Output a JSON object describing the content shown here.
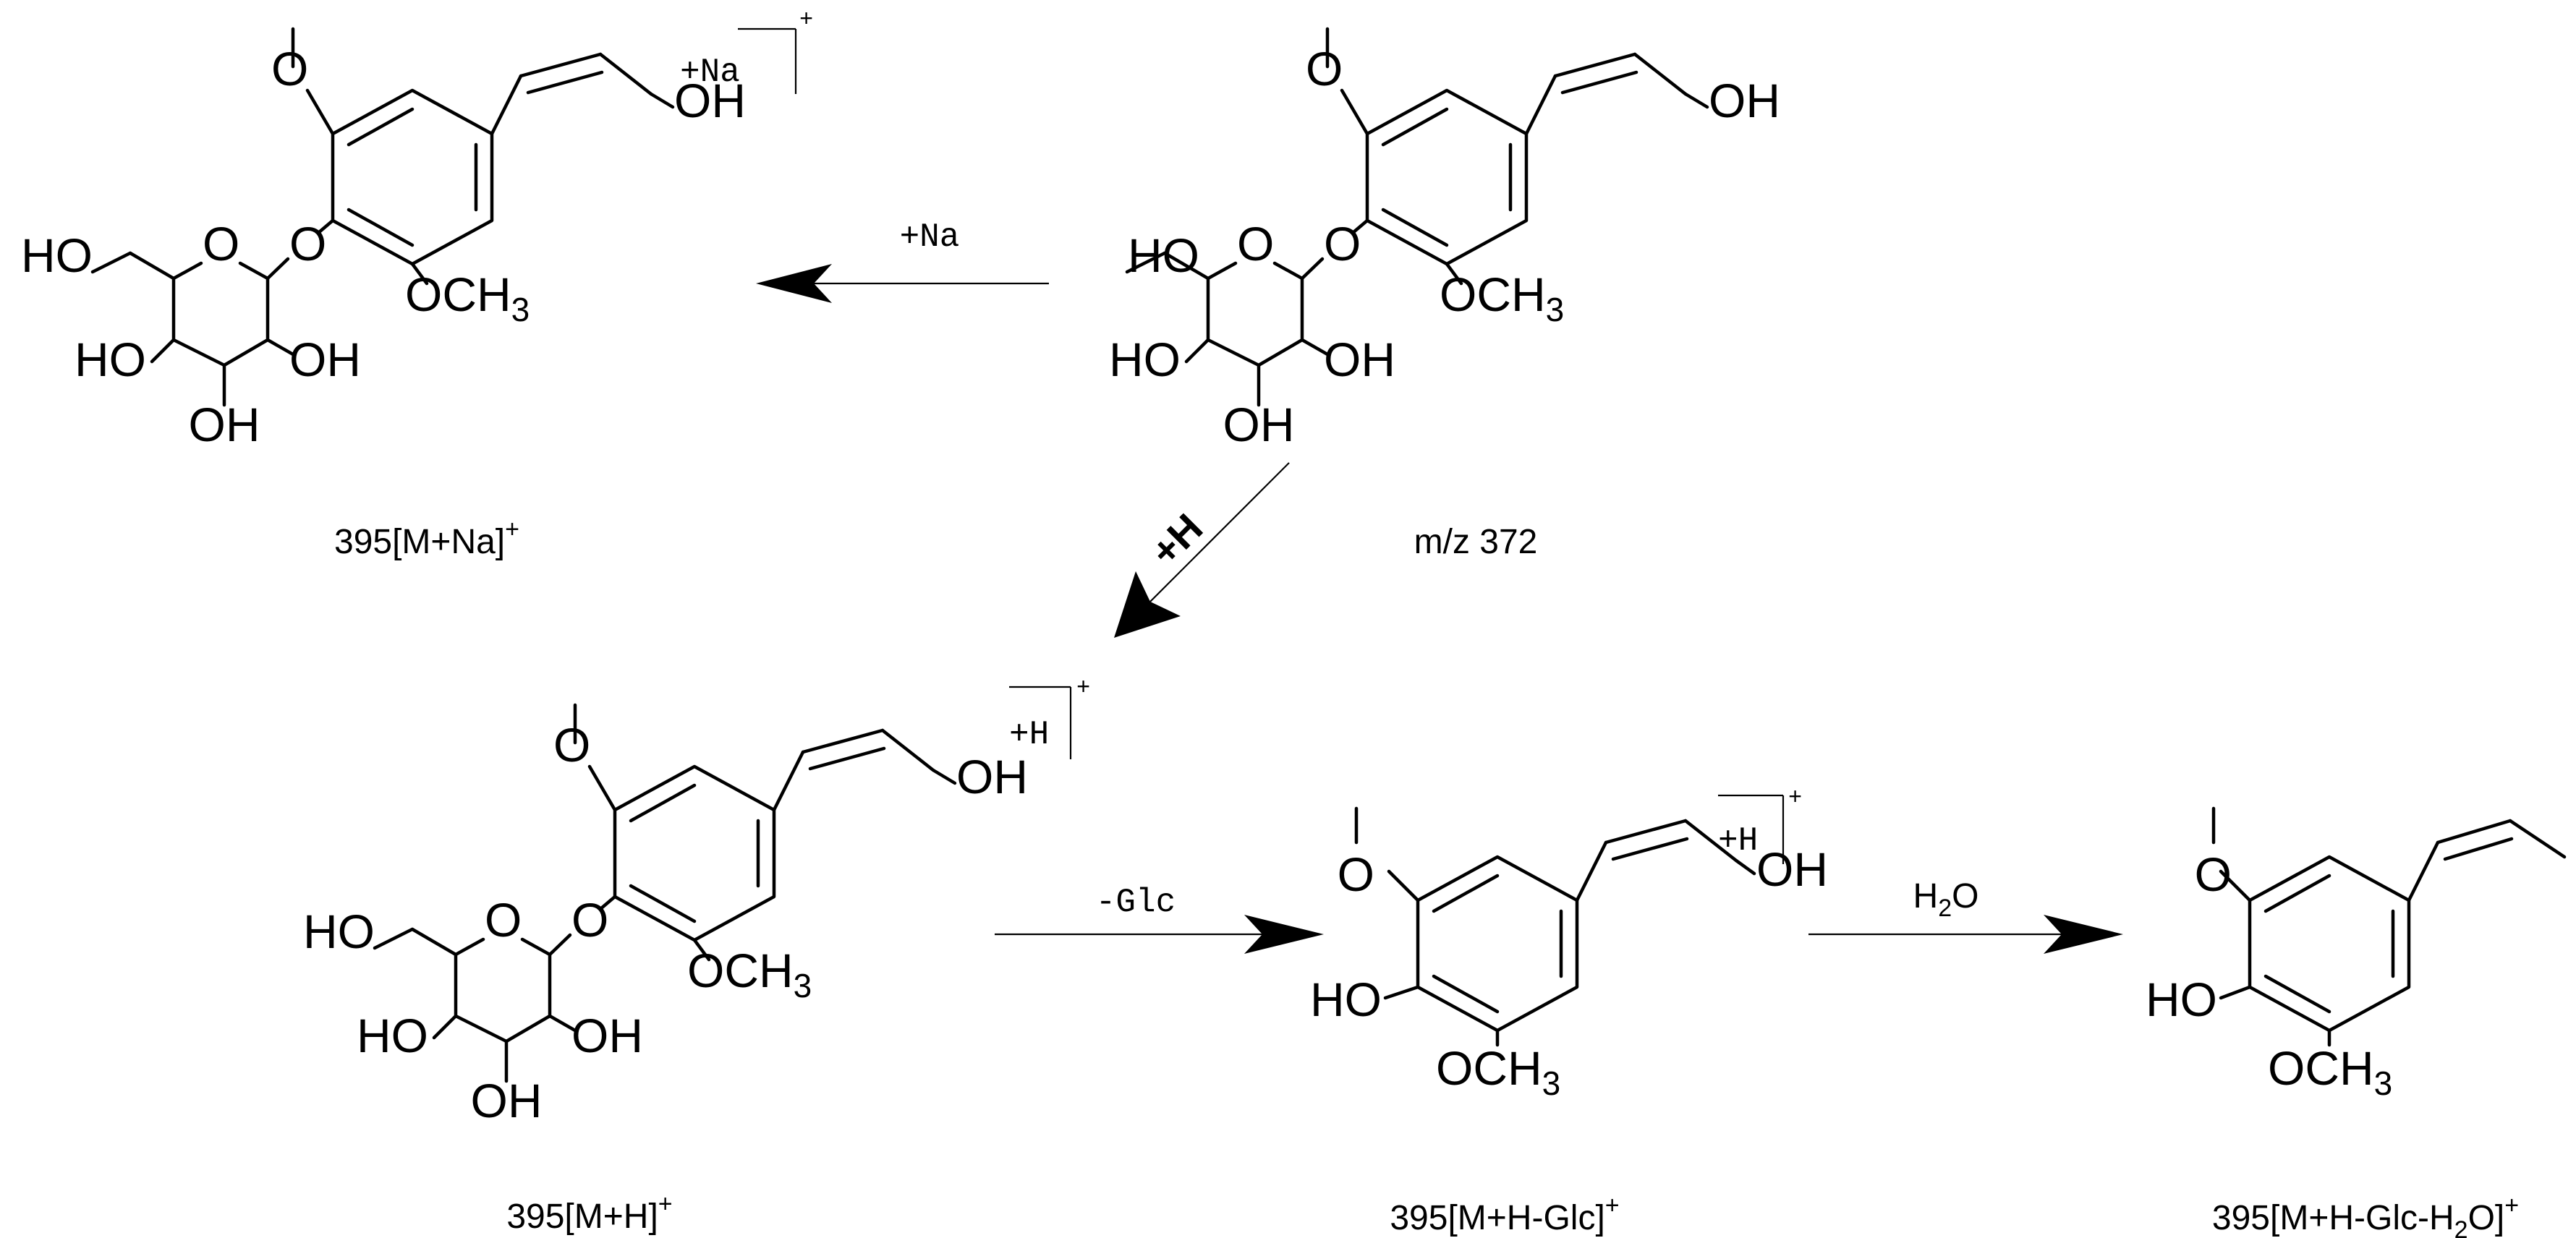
{
  "atoms": {
    "oh": "OH",
    "ho": "HO",
    "ring_o": "O",
    "och3_prefix": "OCH",
    "och3_sub": "3"
  },
  "ions": {
    "na": "+Na",
    "h": "+H",
    "charge": "+"
  },
  "reagents": {
    "add_na": "+Na",
    "add_h": "+H",
    "minus_glc": "-Glc",
    "water_h": "H",
    "water_sub": "2",
    "water_o": "O"
  },
  "captions": {
    "parent": "m/z 372",
    "na_adduct_main": "395[M+Na]",
    "h_adduct_main": "395[M+H]",
    "minus_glc_main": "395[M+H-Glc]",
    "minus_water_main": "395[M+H-Glc-H",
    "minus_water_sub": "2",
    "minus_water_tail": "O]",
    "charge": "+"
  }
}
